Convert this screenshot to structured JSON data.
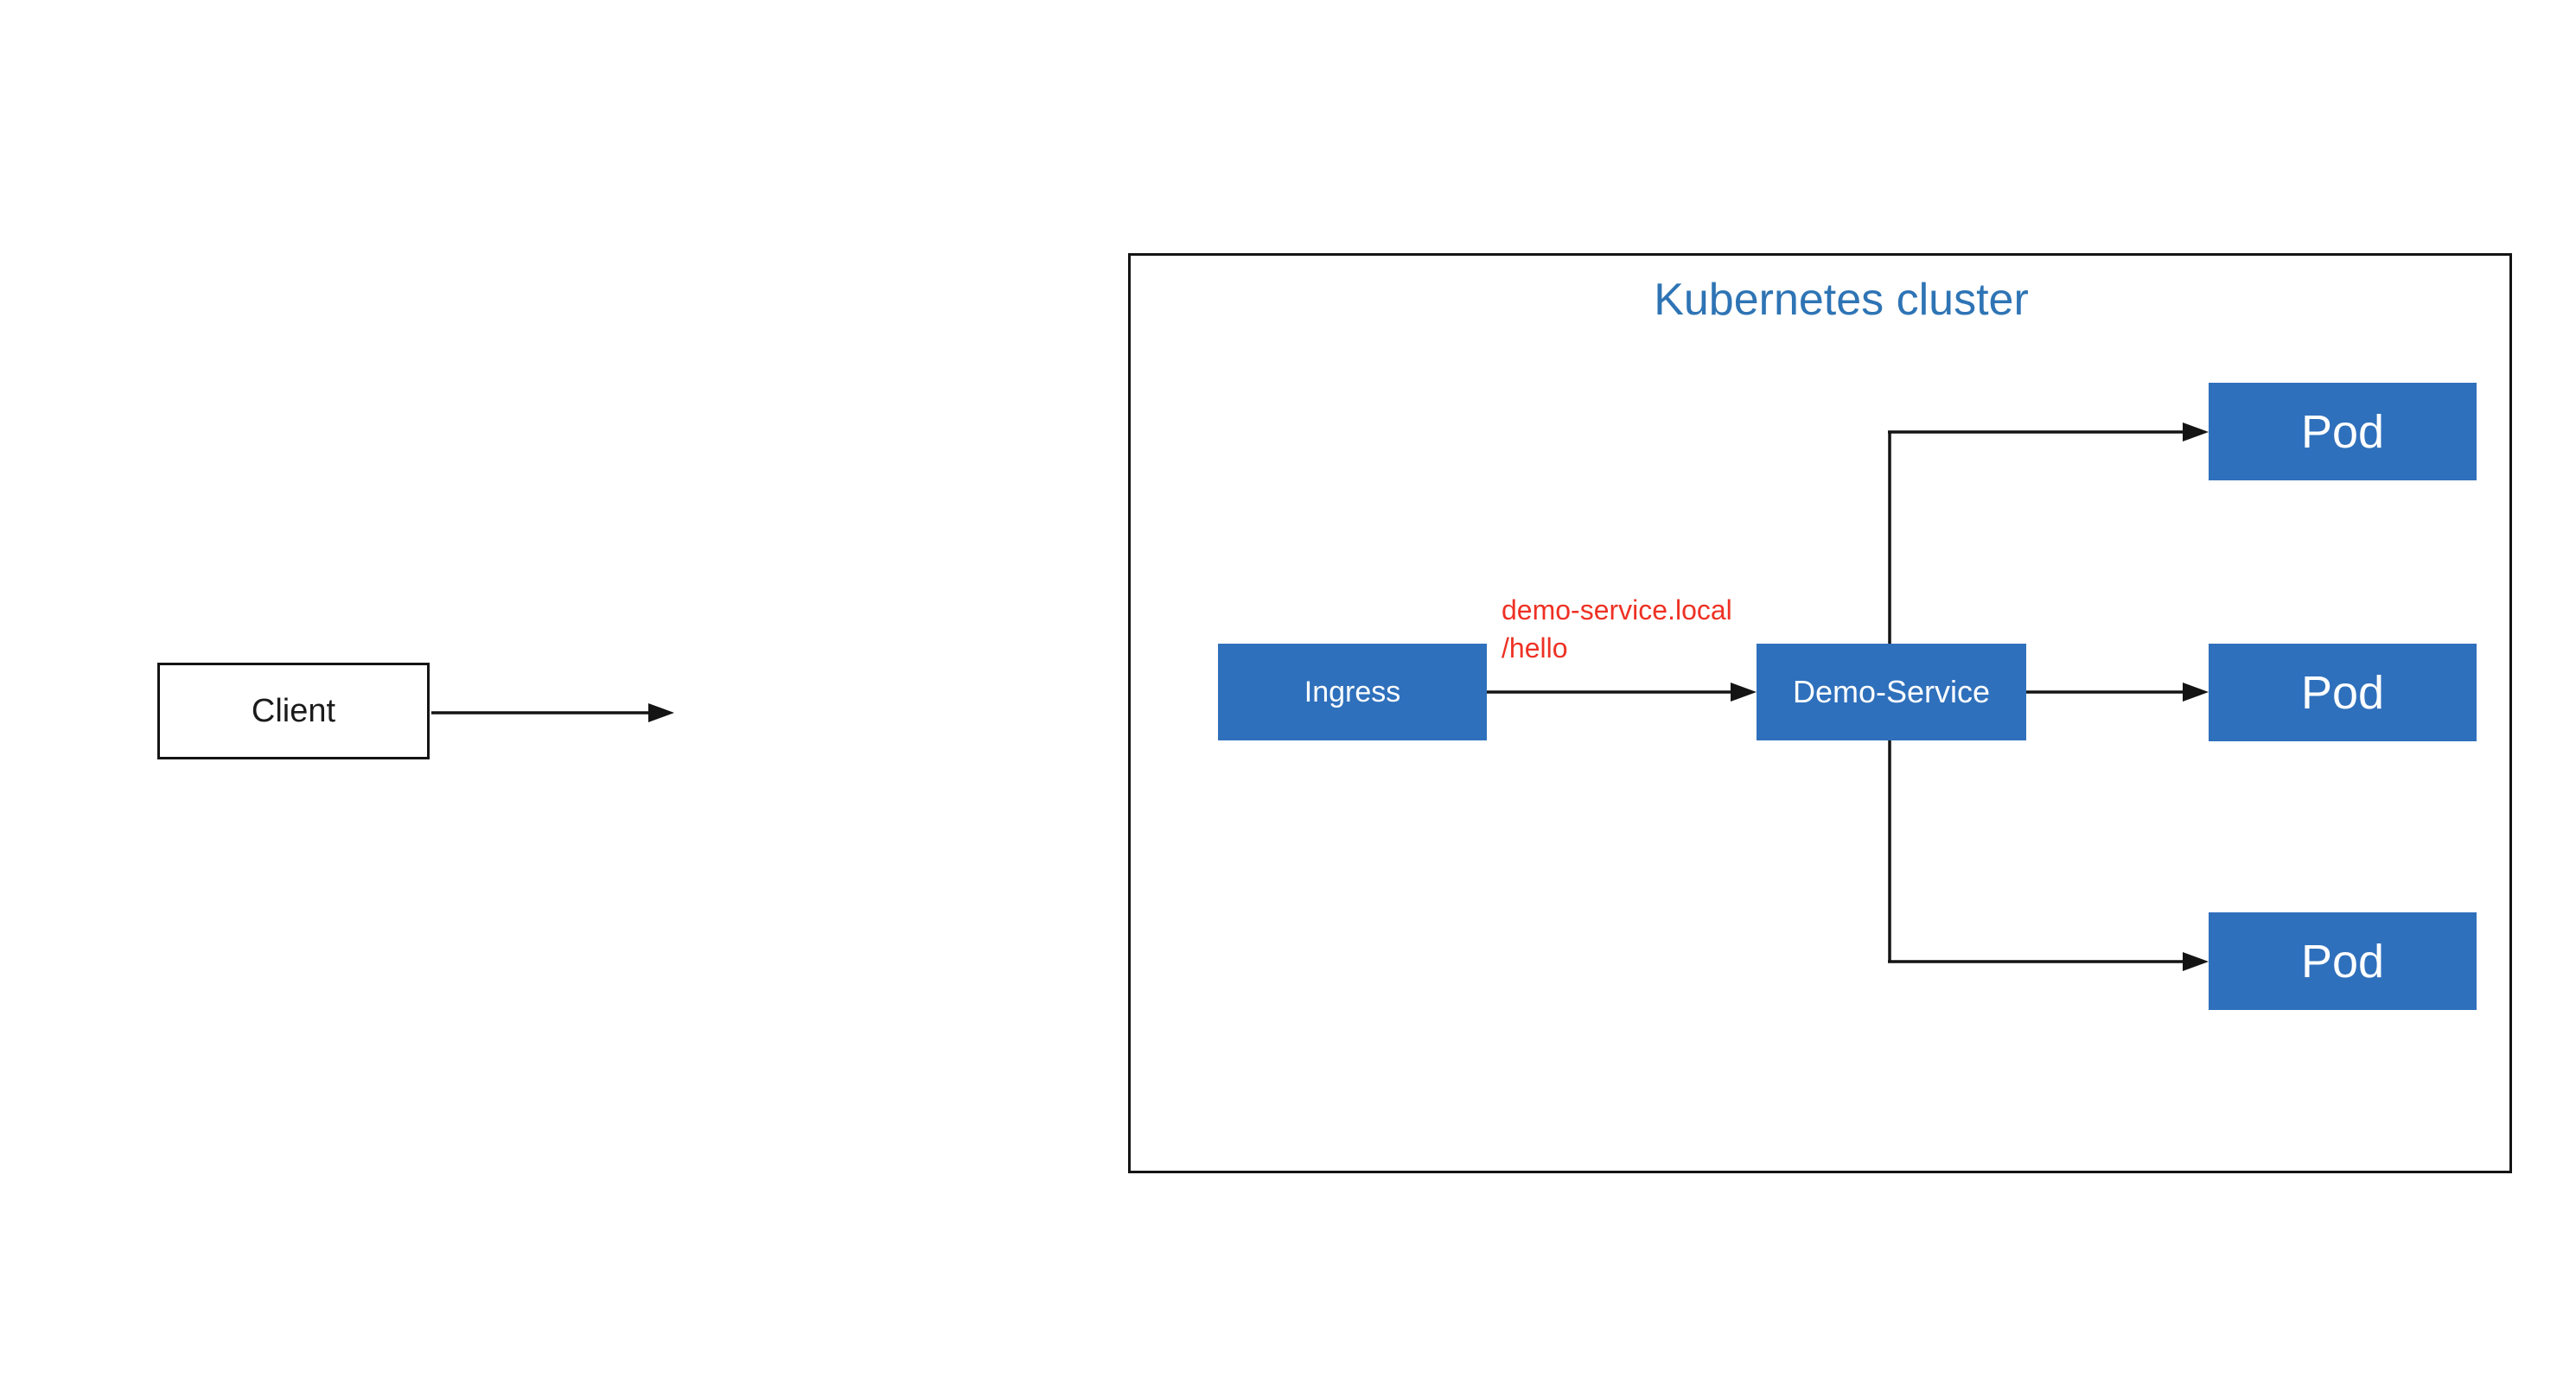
{
  "colors": {
    "box_blue": "#2f70bc",
    "title_blue": "#2e74b5",
    "label_red": "#ee3124",
    "line_black": "#141414",
    "canvas_bg": "#ffffff"
  },
  "diagram": {
    "client": {
      "label": "Client"
    },
    "cluster": {
      "title": "Kubernetes cluster",
      "ingress": {
        "label": "Ingress"
      },
      "service": {
        "label": "Demo-Service"
      },
      "route_label": {
        "line1": "demo-service.local",
        "line2": "/hello"
      },
      "pods": [
        {
          "label": "Pod"
        },
        {
          "label": "Pod"
        },
        {
          "label": "Pod"
        }
      ]
    }
  }
}
